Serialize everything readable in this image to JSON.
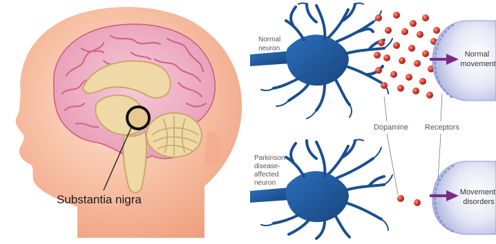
{
  "left_panel": {
    "callout_label": "Substantia nigra"
  },
  "right_panel": {
    "top_neuron_label": [
      "Normal",
      "neuron"
    ],
    "bottom_neuron_label": [
      "Parkinson-",
      "disease-",
      "affected",
      "neuron"
    ],
    "dopamine_label": "Dopamine",
    "receptors_label": "Receptors",
    "top_result_label": [
      "Normal",
      "movement"
    ],
    "bottom_result_label": [
      "Movement",
      "disorders"
    ]
  },
  "colors": {
    "skin": "#f6b394",
    "skin_light": "#fbd8c6",
    "brain_pink": "#f2b6c8",
    "brain_fold": "#d96f95",
    "inner_tan": "#efd9a6",
    "inner_edge": "#c9a86a",
    "neuron_blue": "#1f5aa0",
    "dopamine_red": "#d23b2e",
    "receptor_lavender": "#cfd3ec",
    "arrow_purple": "#7a2c86",
    "label_gray": "#555555"
  }
}
